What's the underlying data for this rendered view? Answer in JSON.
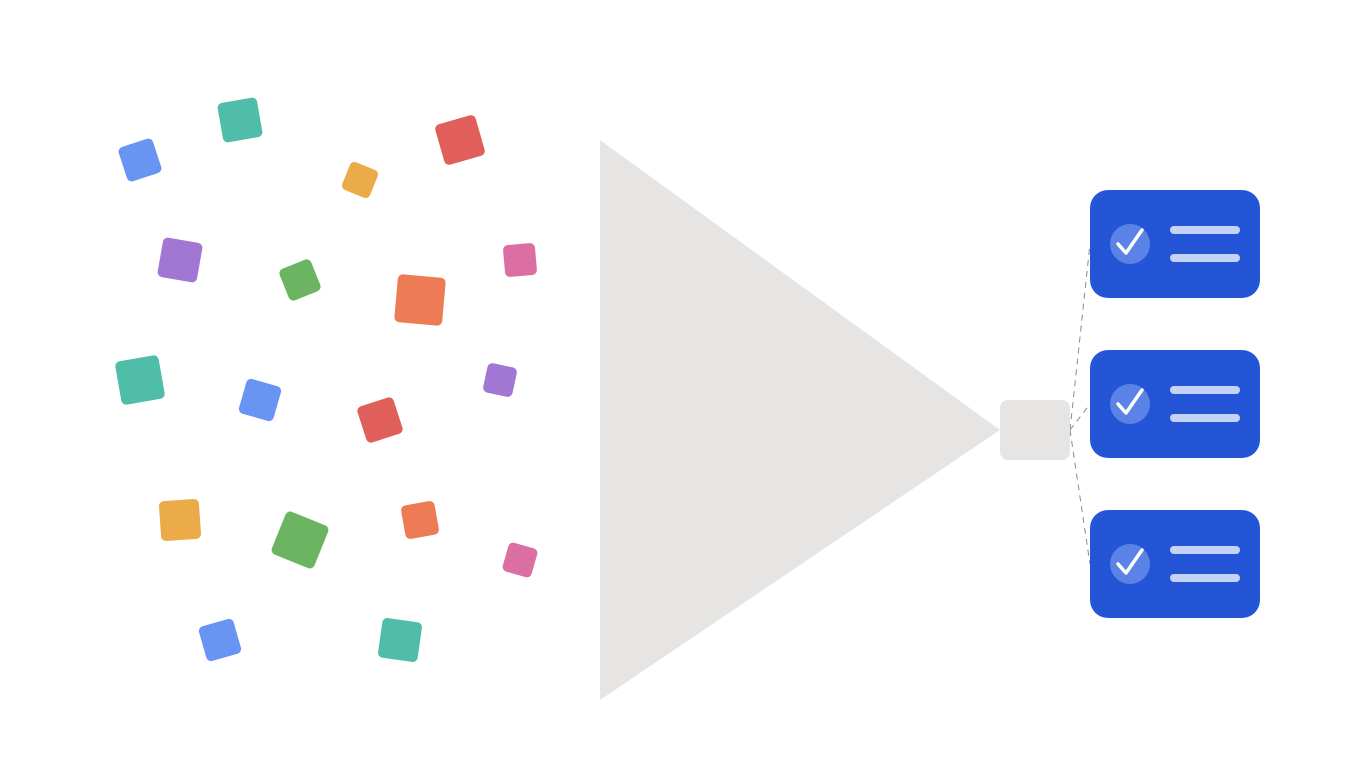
{
  "colors": {
    "background": "#ffffff",
    "funnel": "#e6e5e3",
    "output_node": "#e6e5e3",
    "card_bg": "#2455d6",
    "badge_bg": "#5b82e6",
    "check": "#ffffff",
    "card_line": "#c5d3f6",
    "connector": "#8a8a8a"
  },
  "palette": {
    "blue": "#6894f2",
    "teal": "#4fbda8",
    "red": "#e05f5a",
    "yellow": "#ebab48",
    "purple": "#a277d3",
    "green": "#6bb562",
    "orange": "#ed7b56",
    "pink": "#db6ea3"
  },
  "scattered_items": [
    {
      "color": "blue",
      "icon": "blue-square"
    },
    {
      "color": "teal",
      "icon": "teal-square"
    },
    {
      "color": "yellow",
      "icon": "yellow-square"
    },
    {
      "color": "red",
      "icon": "red-square"
    },
    {
      "color": "purple",
      "icon": "purple-square"
    },
    {
      "color": "green",
      "icon": "green-square"
    },
    {
      "color": "orange",
      "icon": "orange-square"
    },
    {
      "color": "pink",
      "icon": "pink-square"
    },
    {
      "color": "teal",
      "icon": "teal-square"
    },
    {
      "color": "blue",
      "icon": "blue-square"
    },
    {
      "color": "red",
      "icon": "red-square"
    },
    {
      "color": "purple",
      "icon": "purple-square"
    },
    {
      "color": "yellow",
      "icon": "yellow-square"
    },
    {
      "color": "green",
      "icon": "green-square"
    },
    {
      "color": "orange",
      "icon": "orange-square"
    },
    {
      "color": "pink",
      "icon": "pink-square"
    },
    {
      "color": "blue",
      "icon": "blue-square"
    },
    {
      "color": "teal",
      "icon": "teal-square"
    }
  ],
  "result_cards": [
    {
      "icon": "check-icon",
      "status": "checked"
    },
    {
      "icon": "check-icon",
      "status": "checked"
    },
    {
      "icon": "check-icon",
      "status": "checked"
    }
  ]
}
